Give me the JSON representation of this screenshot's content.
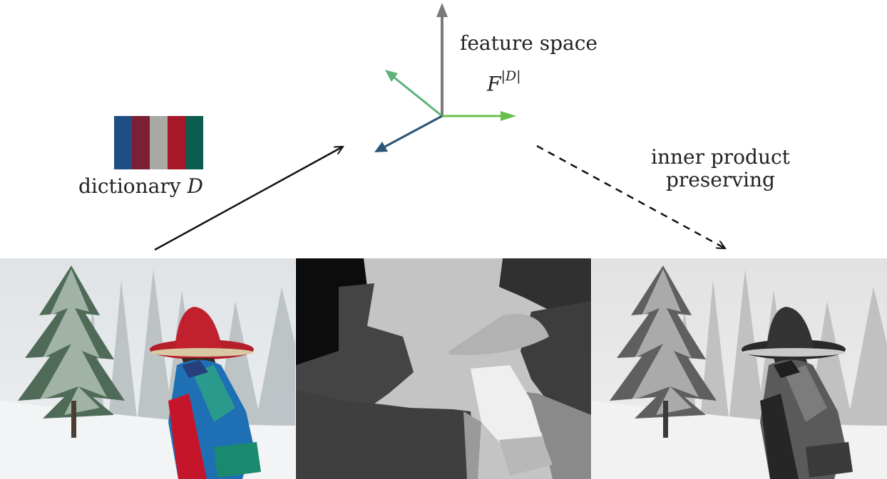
{
  "labels": {
    "dictionary_prefix": "dictionary ",
    "dictionary_symbol": "D",
    "feature_space": "feature space",
    "feature_symbol_base": "F",
    "feature_symbol_exp": "|D|",
    "inner_line1": "inner product",
    "inner_line2": "preserving"
  },
  "dictionary_colors": [
    "#1f4f82",
    "#7b1f35",
    "#a9aaa6",
    "#a6172a",
    "#0b5c4e"
  ],
  "axis_colors": {
    "vertical": "#7a7a7a",
    "upper_left": "#5bb37a",
    "right": "#6abf4b",
    "lower_left": "#2a5577"
  },
  "panels": [
    {
      "name": "color-photo",
      "kind": "color"
    },
    {
      "name": "segmentation",
      "kind": "segmentation"
    },
    {
      "name": "grayscale-photo",
      "kind": "grayscale"
    }
  ]
}
